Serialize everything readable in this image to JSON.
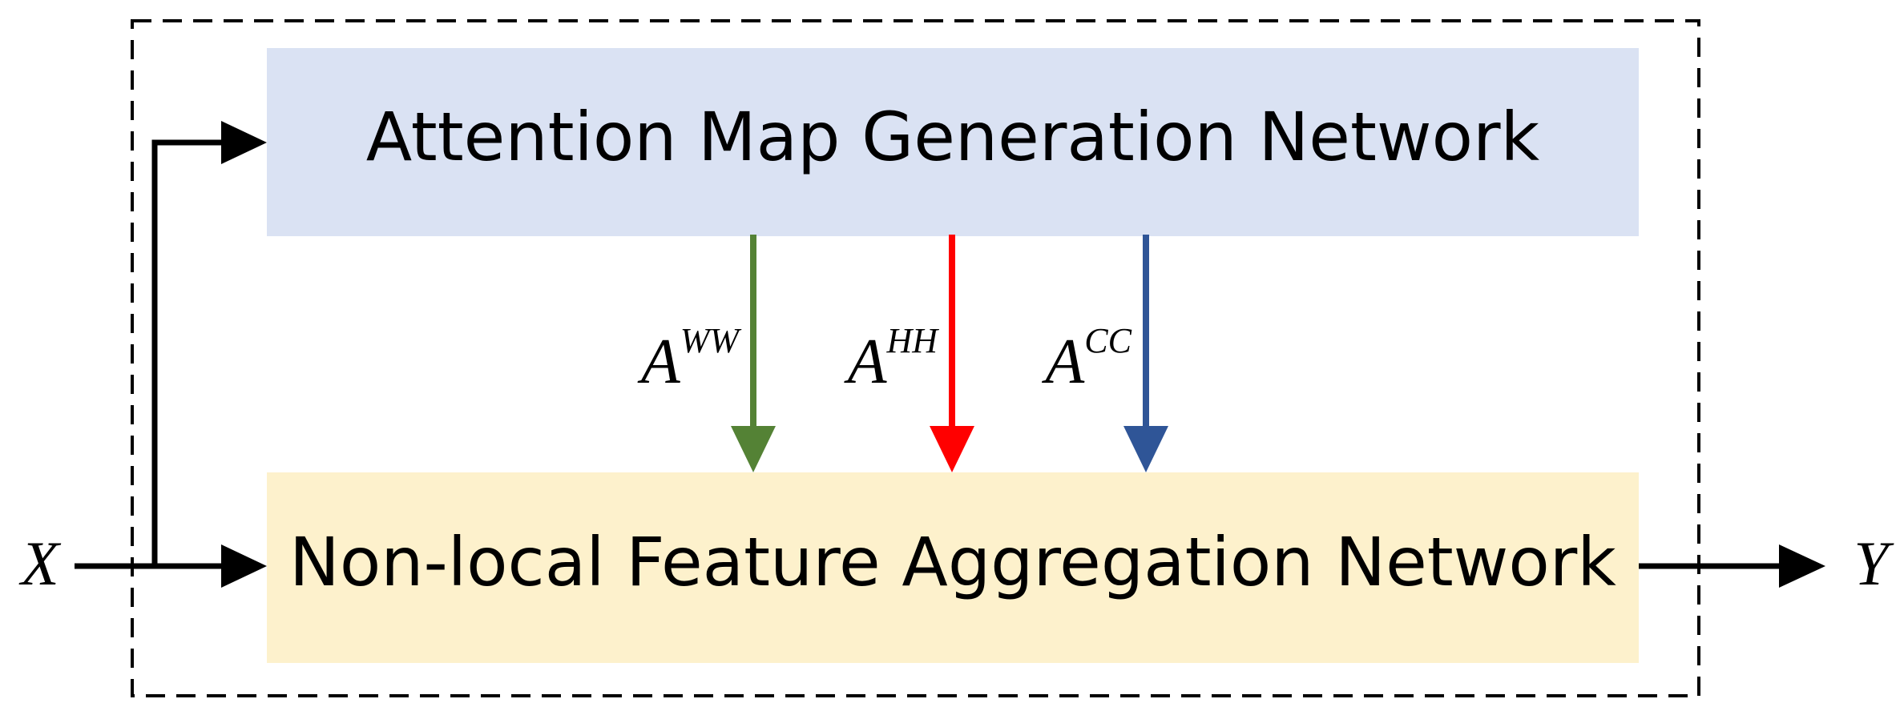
{
  "blocks": {
    "attention": {
      "label": "Attention Map Generation Network",
      "fill": "#dae2f3"
    },
    "aggregation": {
      "label": "Non-local Feature Aggregation Network",
      "fill": "#fdf1cc"
    }
  },
  "io": {
    "input": "X",
    "output": "Y"
  },
  "attention_maps": [
    {
      "base": "A",
      "sup": "WW",
      "color": "#548235"
    },
    {
      "base": "A",
      "sup": "HH",
      "color": "#ff0000"
    },
    {
      "base": "A",
      "sup": "CC",
      "color": "#2f5597"
    }
  ],
  "colors": {
    "arrow": "#000000",
    "frame": "#000000"
  }
}
